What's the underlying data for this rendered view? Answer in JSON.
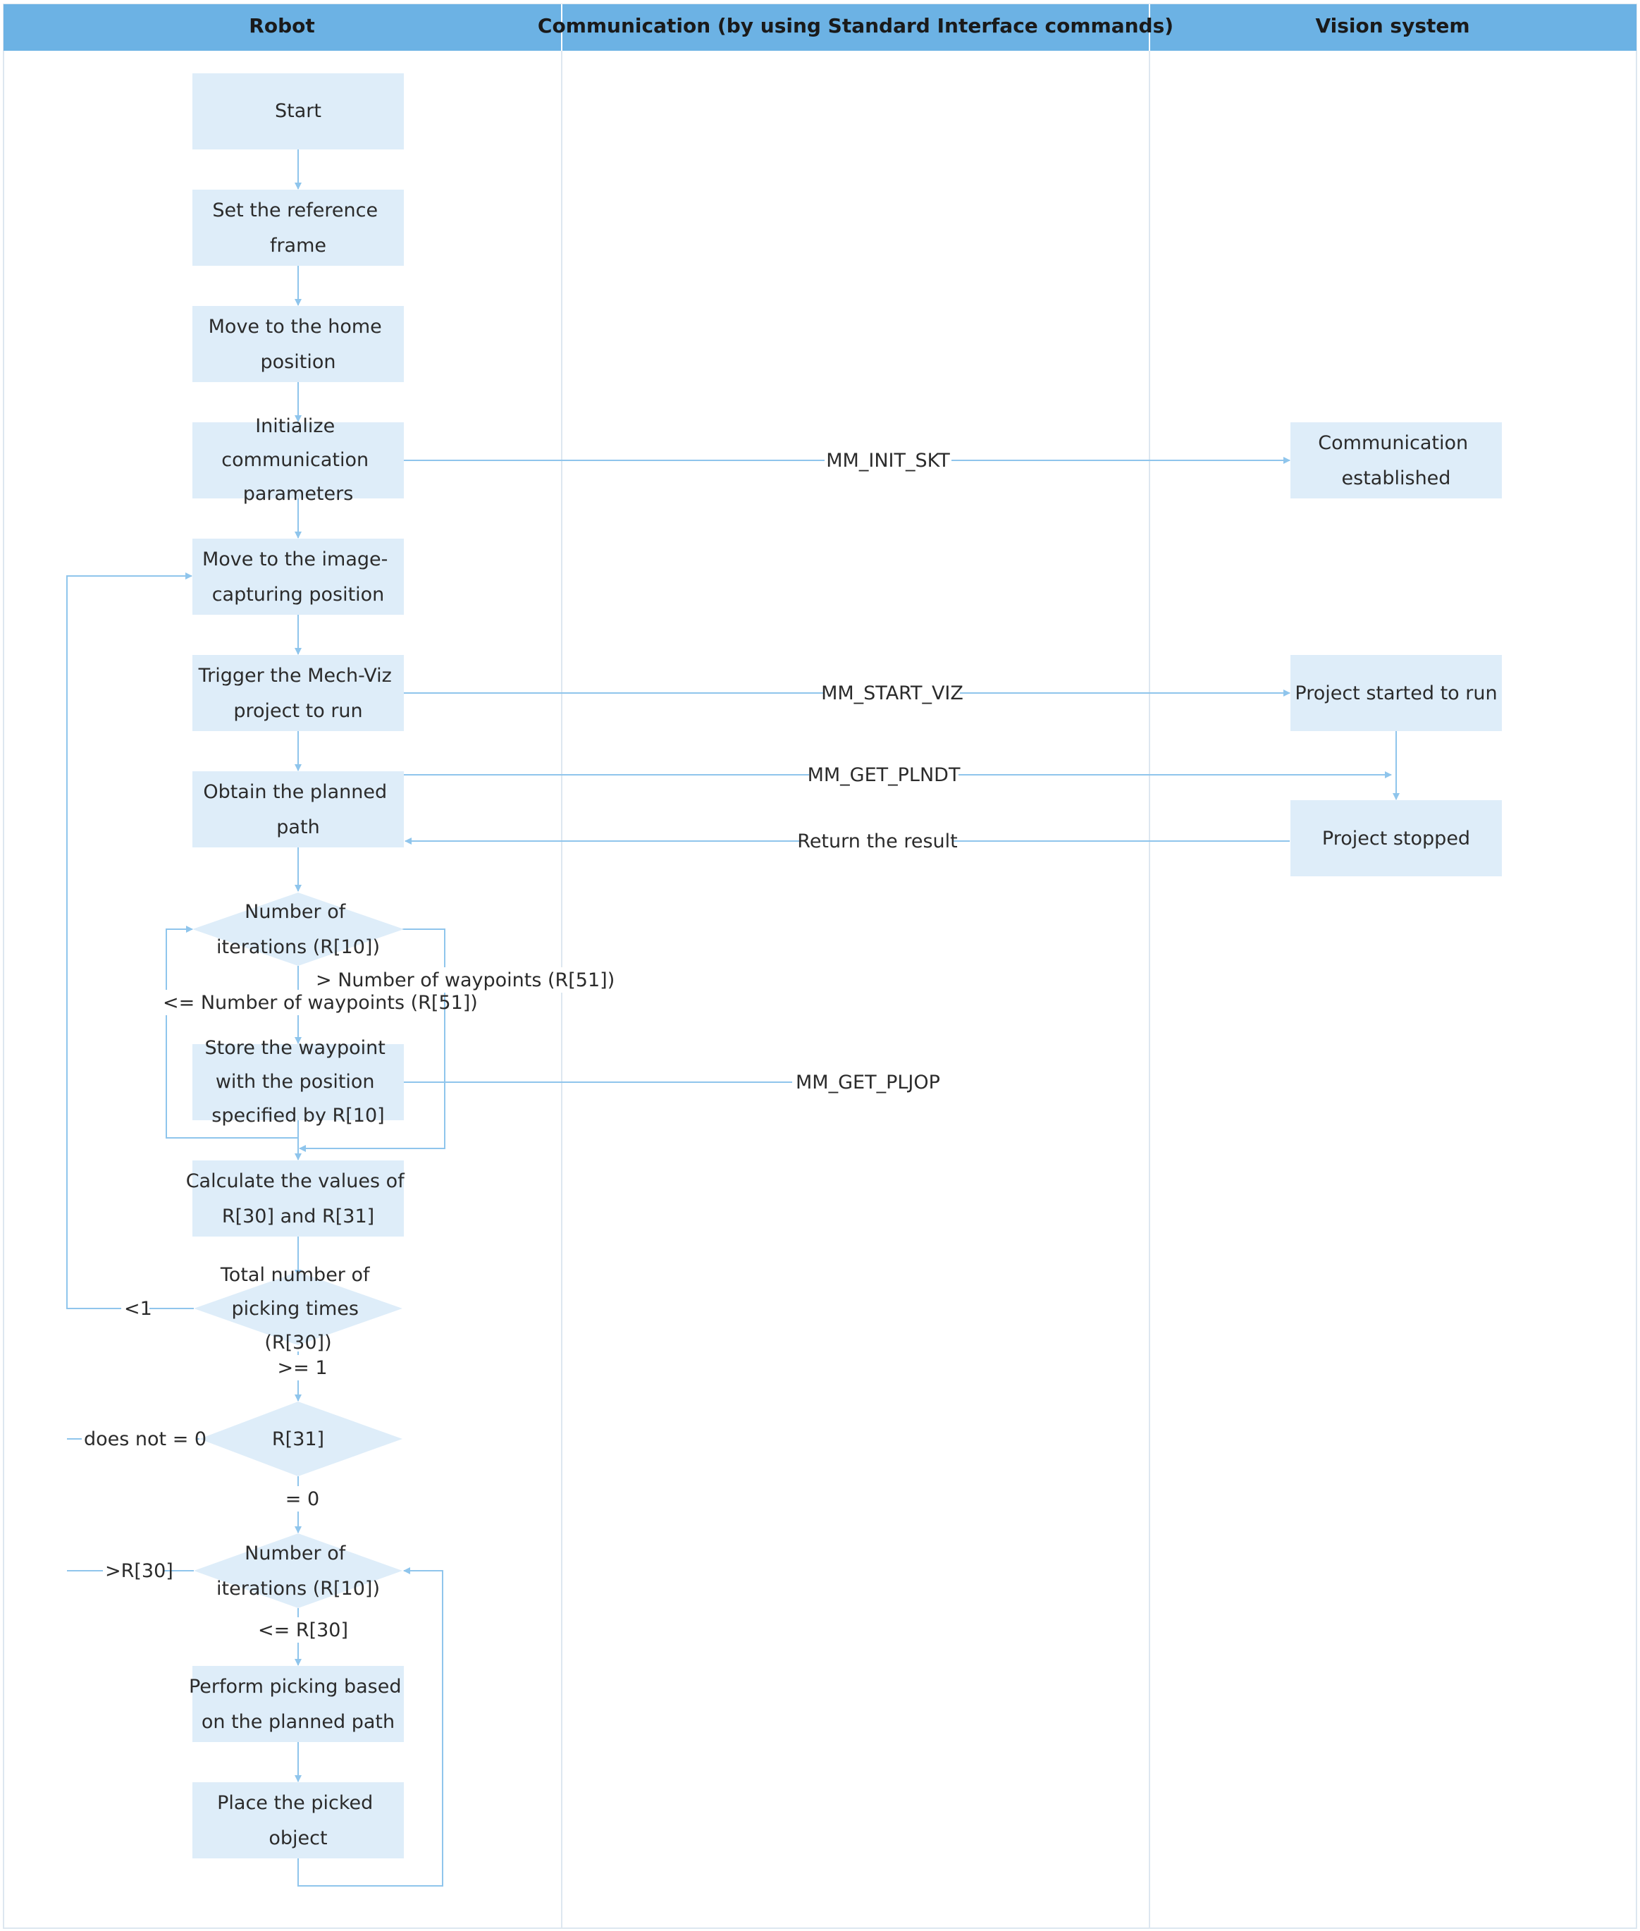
{
  "lanes": {
    "robot": "Robot",
    "communication": "Communication (by using Standard Interface commands)",
    "vision": "Vision system"
  },
  "nodes": {
    "start": [
      "Start"
    ],
    "set_ref": [
      "Set the reference",
      "frame"
    ],
    "move_home": [
      "Move to the home",
      "position"
    ],
    "init_comm": [
      "Initialize",
      "communication",
      "parameters"
    ],
    "move_capture": [
      "Move to the image-",
      "capturing position"
    ],
    "trigger": [
      "Trigger the Mech-Viz",
      "project to run"
    ],
    "obtain_path": [
      "Obtain the planned",
      "path"
    ],
    "iter1": [
      "Number of",
      "iterations (R[10])"
    ],
    "store_wp": [
      "Store the waypoint",
      "with the position",
      "specified by R[10]"
    ],
    "calc": [
      "Calculate the values of",
      "R[30] and R[31]"
    ],
    "total_pick": [
      "Total number of",
      "picking times",
      "(R[30])"
    ],
    "r31": [
      "R[31]"
    ],
    "iter2": [
      "Number of",
      "iterations (R[10])"
    ],
    "perform_pick": [
      "Perform picking based",
      "on the planned path"
    ],
    "place": [
      "Place the picked",
      "object"
    ],
    "comm_established": [
      "Communication",
      "established"
    ],
    "project_started": [
      "Project started to run"
    ],
    "project_stopped": [
      "Project stopped"
    ]
  },
  "labels": {
    "mm_init_skt": "MM_INIT_SKT",
    "mm_start_viz": "MM_START_VIZ",
    "mm_get_plndt": "MM_GET_PLNDT",
    "return_result": "Return the result",
    "mm_get_pljop": "MM_GET_PLJOP",
    "gt_waypoints": "> Number of waypoints (R[51])",
    "le_waypoints": "<= Number of waypoints (R[51])",
    "lt1": "<1",
    "ge1": ">= 1",
    "does_not_0": "does not = 0",
    "eq0": "= 0",
    "gt_r30": ">R[30]",
    "le_r30": "<= R[30]"
  },
  "colors": {
    "header": "#6cb2e4",
    "node_fill": "#deedf9",
    "line": "#8fc5ec",
    "lane_border": "#dde7f0"
  }
}
